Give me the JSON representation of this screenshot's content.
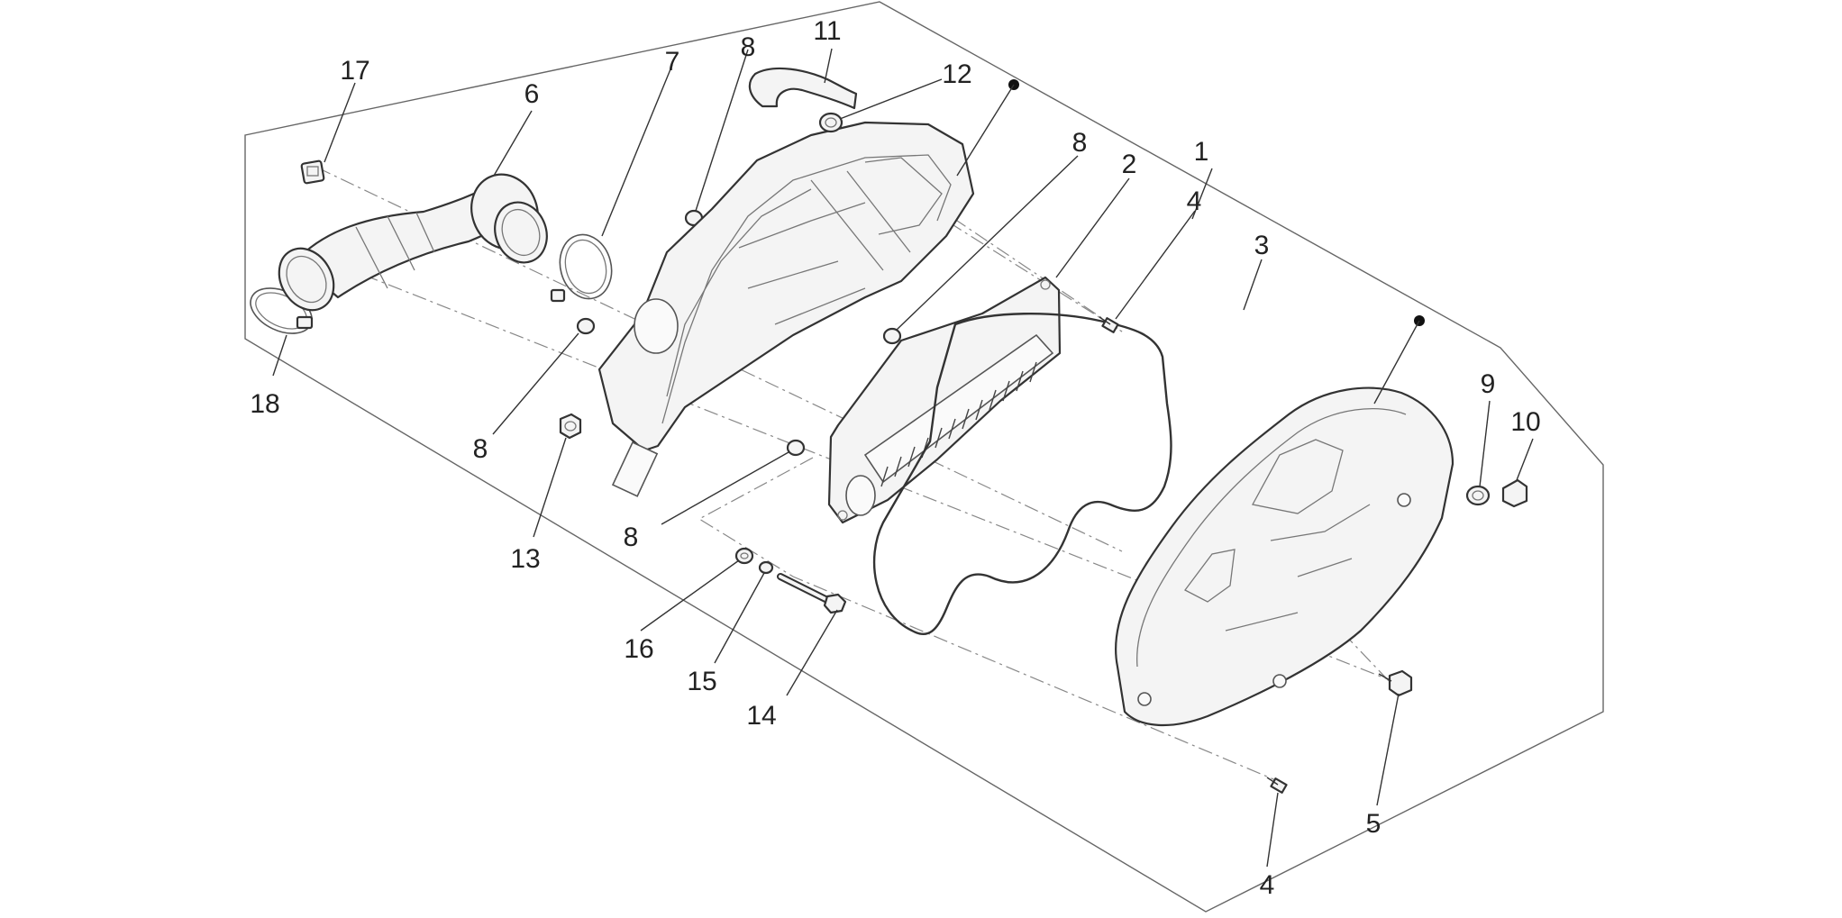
{
  "diagram": {
    "callouts": [
      {
        "id": "c1",
        "text": "1"
      },
      {
        "id": "c2",
        "text": "2"
      },
      {
        "id": "c3",
        "text": "3"
      },
      {
        "id": "c4a",
        "text": "4"
      },
      {
        "id": "c4b",
        "text": "4"
      },
      {
        "id": "c5",
        "text": "5"
      },
      {
        "id": "c6",
        "text": "6"
      },
      {
        "id": "c7",
        "text": "7"
      },
      {
        "id": "c8a",
        "text": "8"
      },
      {
        "id": "c8b",
        "text": "8"
      },
      {
        "id": "c8c",
        "text": "8"
      },
      {
        "id": "c8d",
        "text": "8"
      },
      {
        "id": "c9",
        "text": "9"
      },
      {
        "id": "c10",
        "text": "10"
      },
      {
        "id": "c11",
        "text": "11"
      },
      {
        "id": "c12",
        "text": "12"
      },
      {
        "id": "c13",
        "text": "13"
      },
      {
        "id": "c14",
        "text": "14"
      },
      {
        "id": "c15",
        "text": "15"
      },
      {
        "id": "c16",
        "text": "16"
      },
      {
        "id": "c17",
        "text": "17"
      },
      {
        "id": "c18",
        "text": "18"
      }
    ],
    "colors": {
      "line": "#333333",
      "frame": "#666666",
      "fill": "#f4f4f4",
      "background": "#ffffff"
    }
  }
}
